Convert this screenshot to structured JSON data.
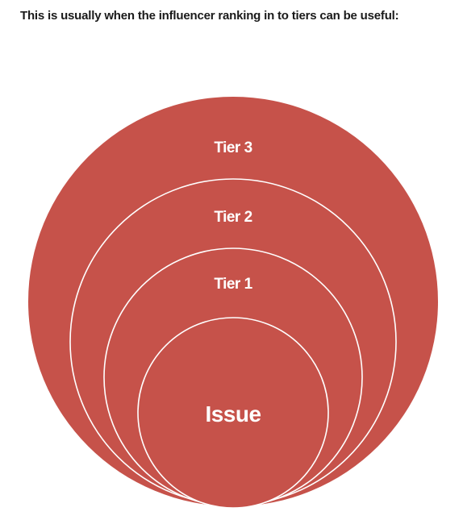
{
  "intro_text": "This is usually when the influencer ranking in to tiers can be useful:",
  "diagram": {
    "fill_color": "#c6524a",
    "stroke_color": "#ffffff",
    "rings": [
      {
        "id": "tier-3",
        "label": "Tier 3"
      },
      {
        "id": "tier-2",
        "label": "Tier 2"
      },
      {
        "id": "tier-1",
        "label": "Tier 1"
      },
      {
        "id": "issue",
        "label": "Issue"
      }
    ]
  }
}
